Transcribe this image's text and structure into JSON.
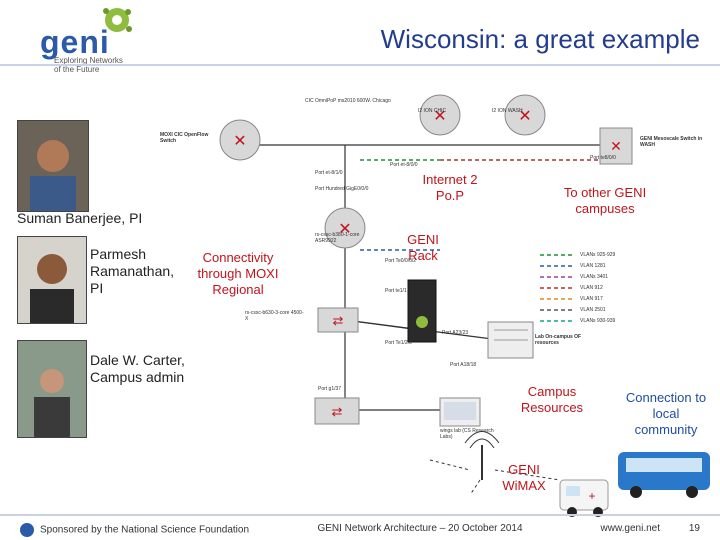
{
  "slide": {
    "title": "Wisconsin: a great example",
    "logo": {
      "word": "geni",
      "tagline": "Exploring Networks of the Future"
    }
  },
  "people": [
    {
      "label": "Suman Banerjee, PI"
    },
    {
      "label": "Parmesh Ramanathan, PI"
    },
    {
      "label": "Dale W. Carter, Campus admin"
    }
  ],
  "labels": {
    "connectivity": "Connectivity through MOXI Regional",
    "internet2": "Internet 2 Po.P",
    "to_other": "To other GENI campuses",
    "geni_rack": "GENI Rack",
    "campus_resources": "Campus Resources",
    "connection_local": "Connection to local community",
    "geni_wimax": "GENI WiMAX"
  },
  "diagram_small": {
    "cic_top": "CIC OmniPoP ms2010 600W. Chicago",
    "moxi": "MOXI CIC OpenFlow Switch",
    "ion_chic": "I2 ION CHIC",
    "ion_wash": "I2 ION WASH",
    "geni_mesoscale": "GENI Mesoscale Switch in WASH",
    "port_1": "Port et-8/1/0",
    "port_2": "Port et-8/0/0",
    "port_3": "Port te8/0/0",
    "asr_1": "rs-cssc-b380-1-core ASR9922",
    "port_4": "Port Hundred GigE0/0/0",
    "port_5": "Port Te0/0/0/2",
    "port_6": "Port te1/1",
    "cssc_2": "rs-cssc-b630-3-core 4500-X",
    "port_7": "Port Te1/2/0",
    "port_8": "Port A23/23",
    "lab": "Lab On-campus OF resources",
    "port_9": "Port A18/18",
    "port_10": "Port g1/37",
    "wings": "wings lab (CS Research Labs)"
  },
  "vlans": [
    "VLANs 925-929",
    "VLAN 1281",
    "VLANs 3401",
    "VLAN 912",
    "VLAN 917",
    "VLAN 2501",
    "VLANs 930-939"
  ],
  "footer": {
    "left": "Sponsored by the National Science Foundation",
    "center": "GENI Network Architecture – 20 October 2014",
    "right": "www.geni.net",
    "page": "19"
  },
  "colors": {
    "title": "#223d8e",
    "red_label": "#c0141c",
    "blue_label": "#1f4ea3"
  }
}
